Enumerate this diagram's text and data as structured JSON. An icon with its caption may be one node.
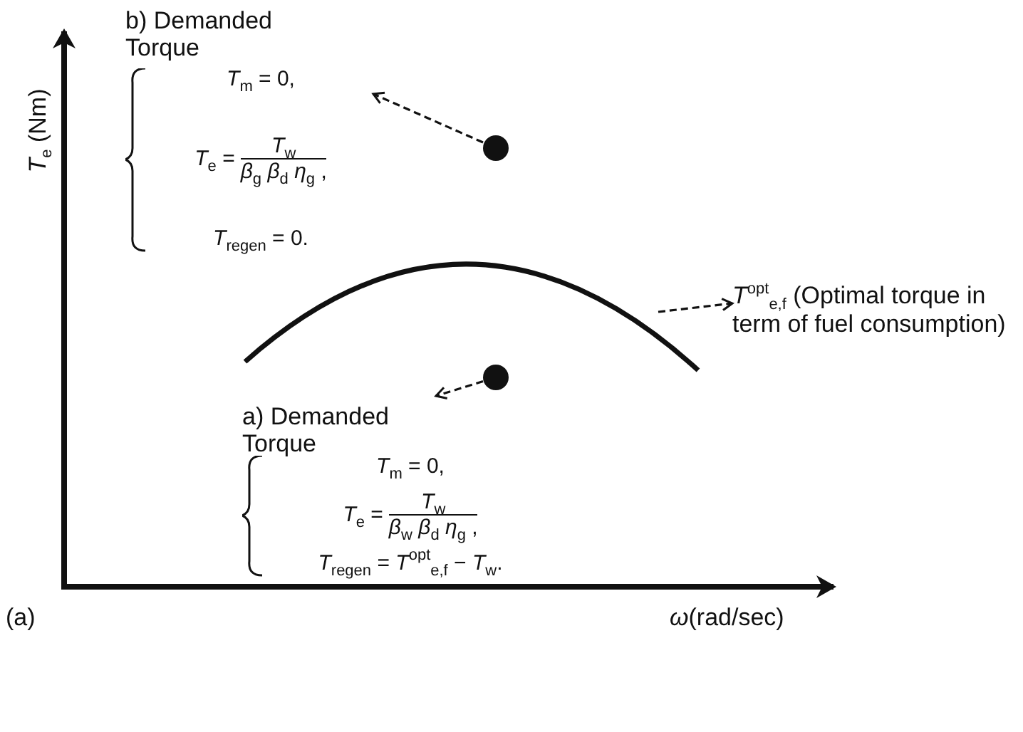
{
  "diagram": {
    "nodes": [
      {
        "text": [
          "b) Demanded Torque",
          "*T*$_{m}$ = 0,",
          "*T*$_{e}$ =",
          "*T*$_{w}$",
          "*β*$_{g}$ *β*$_{d}$ *η*$_{g}$ ,",
          "*T*$_{regen}$ = 0."
        ]
      },
      {
        "text": [],
        "shape": "circle"
      },
      {
        "text": [],
        "shape": "curve"
      },
      {
        "text": [
          "*T*$^{opt}$$_{e,f}$ (Optimal torque in term of fuel consumption)"
        ]
      },
      {
        "text": [],
        "shape": "circle"
      },
      {
        "text": [
          "a) Demanded Torque",
          "*T*$_{m}$ = 0,",
          "*T*$_{e}$ =",
          "*T*$_{w}$",
          "*β*$_{w}$ *β*$_{d}$ *η*$_{g}$ ,",
          "*T*$_{regen}$ = *T*$^{opt}$$_{e,f}$ − *T*$_{w}$."
        ]
      }
    ],
    "edges": [
      {
        "from": 1,
        "to": 0,
        "arrow": "to",
        "style": "dashed"
      },
      {
        "from": 2,
        "to": 3,
        "arrow": "to",
        "style": "dashed"
      },
      {
        "from": 4,
        "to": 5,
        "arrow": "to",
        "style": "dashed"
      }
    ],
    "labels": [
      "*T*$_{e}$ (Nm)",
      "(a)",
      "*ω*(rad/sec)"
    ]
  }
}
